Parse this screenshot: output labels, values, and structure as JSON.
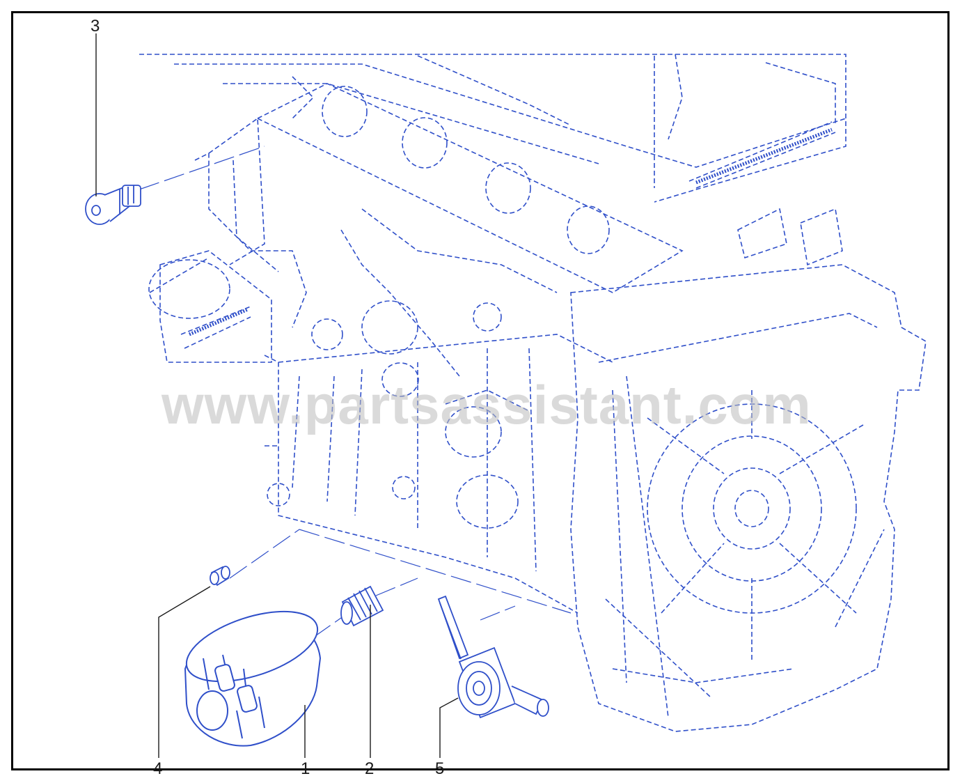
{
  "watermark": "www.partsassistant.com",
  "callouts": {
    "c1": "1",
    "c2": "2",
    "c3": "3",
    "c4": "4",
    "c5": "5"
  },
  "colors": {
    "line": "#2f4fc9",
    "frame": "#000000",
    "leader": "#1a1a1a",
    "watermark": "#bdbdbd"
  }
}
